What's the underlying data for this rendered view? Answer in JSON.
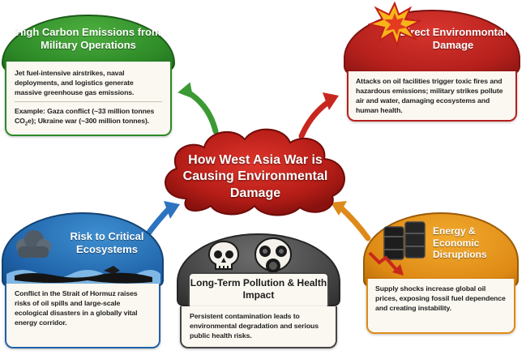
{
  "center": {
    "title": "How West Asia War is Causing Environmental Damage"
  },
  "cards": {
    "carbon": {
      "title": "High Carbon Emissions from Military Operations",
      "text": "Jet fuel-intensive airstrikes, naval deployments, and logistics generate massive greenhouse gas emissions.",
      "example_prefix": "Example: Gaza conflict (~33 million tonnes CO",
      "example_sub": "2",
      "example_suffix": "e); Ukraine war (~300 million tonnes)."
    },
    "direct": {
      "title": "Direct Environmontal Damage",
      "text": "Attacks on oil facilities trigger toxic fires and hazardous emissions; military strikes pollute air and water, damaging ecosystems and human health."
    },
    "ecosystems": {
      "title": "Risk to Critical Ecosystems",
      "text": "Conflict in the Strait of Hormuz raises risks of oil spills and large-scale ecological disasters in a globally vital energy corridor."
    },
    "pollution": {
      "title": "Long-Term Pollution & Health Impact",
      "text": "Persistent contamination leads to environmental degradation and serious public health risks."
    },
    "energy": {
      "title": "Energy & Economic Disruptions",
      "text": "Supply shocks increase global oil prices, exposing fossil fuel dependence and creating instability."
    }
  },
  "colors": {
    "green": "#2d8a27",
    "red": "#c7271f",
    "blue": "#1f62a8",
    "gray": "#444444",
    "orange": "#de8a14",
    "arrow_green": "#3c9a34",
    "arrow_red": "#c7271f",
    "arrow_blue": "#2c74c0",
    "arrow_orange": "#dd8a1a"
  },
  "icons": [
    "explosion-icon",
    "skull-icon",
    "gas-mask-icon",
    "oil-barrel-icon",
    "falling-chart-icon",
    "oil-spill-icon",
    "smoke-icon"
  ]
}
